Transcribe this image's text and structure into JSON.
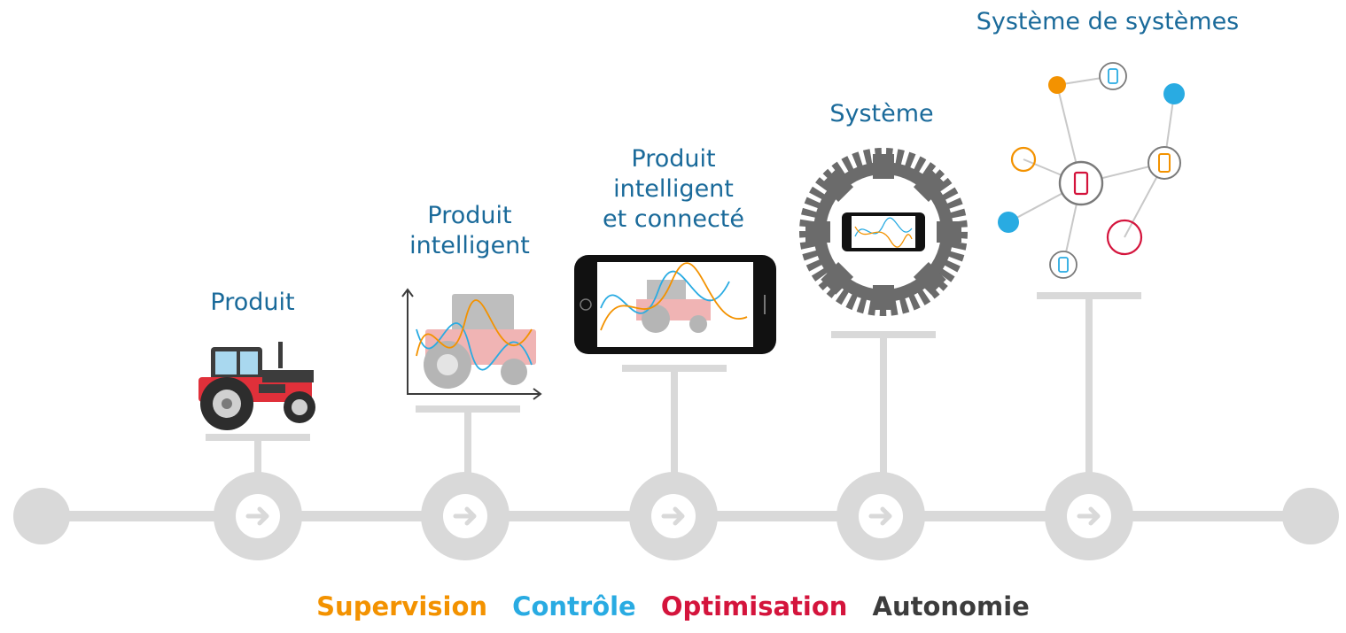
{
  "stages": [
    {
      "title": "Produit",
      "icon": "tractor-icon"
    },
    {
      "title": "Produit\nintelligent",
      "icon": "tractor-chart-icon"
    },
    {
      "title": "Produit\nintelligent\net connecté",
      "icon": "smartphone-tractor-icon"
    },
    {
      "title": "Système",
      "icon": "gear-smartphone-icon"
    },
    {
      "title": "Système de systèmes",
      "icon": "network-icon"
    }
  ],
  "capabilities": [
    {
      "label": "Supervision",
      "color": "#f39200"
    },
    {
      "label": "Contrôle",
      "color": "#29abe2"
    },
    {
      "label": "Optimisation",
      "color": "#d4143c"
    },
    {
      "label": "Autonomie",
      "color": "#3c3c3c"
    }
  ],
  "colors": {
    "title": "#1a6a9a",
    "timeline": "#d9d9d9",
    "orange": "#f39200",
    "blue": "#29abe2",
    "red": "#d4143c",
    "dark": "#3c3c3c"
  }
}
